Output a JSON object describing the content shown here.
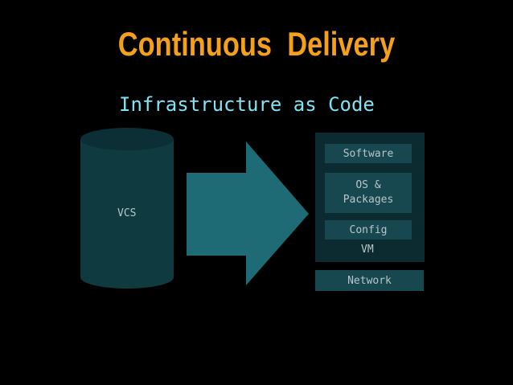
{
  "title": "Continuous  Delivery",
  "subtitle": "Infrastructure as Code",
  "vcs_label": "VCS",
  "stack": {
    "software": "Software",
    "os_packages_line1": "OS &",
    "os_packages_line2": "Packages",
    "config": "Config",
    "vm": "VM",
    "network": "Network"
  },
  "colors": {
    "background": "#000000",
    "title": "#F5A01A",
    "subtitle": "#7FE3F2",
    "text": "#B8C6C9",
    "shape_fill": "#0F3A40",
    "cylinder_top": "#0B2F34",
    "arrow": "#1E6B75",
    "vm_panel": "#0B2B30",
    "layer_box": "#17474F"
  },
  "icons": [
    "database-cylinder-icon",
    "right-arrow-icon"
  ]
}
